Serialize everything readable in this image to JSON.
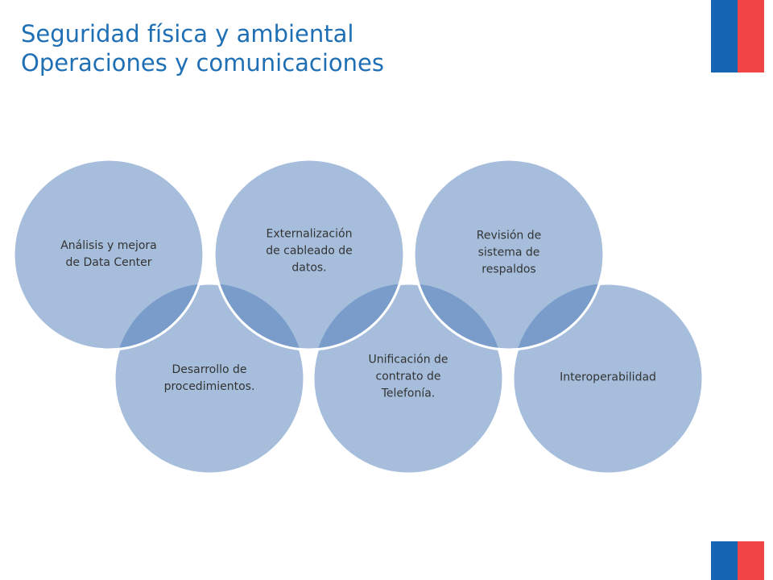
{
  "header": {
    "title_line1": "Seguridad física y ambiental",
    "title_line2": "Operaciones y comunicaciones"
  },
  "colors": {
    "title": "#1f6fb5",
    "circle_fill": "#a6bedc",
    "circle_overlap": "#7a9ccb",
    "circle_stroke": "#ffffff",
    "flag_blue": "#1565b4",
    "flag_red": "#ef4546"
  },
  "diagram": {
    "type": "overlapping-circles",
    "nodes": [
      {
        "id": "analisis",
        "label": "Análisis y mejora\nde Data Center"
      },
      {
        "id": "desarrollo",
        "label": "Desarrollo de\nprocedimientos."
      },
      {
        "id": "externalizacion",
        "label": "Externalización\nde cableado de\ndatos."
      },
      {
        "id": "unificacion",
        "label": "Unificación de\ncontrato de\nTelefonía."
      },
      {
        "id": "revision",
        "label": "Revisión de\nsistema de\nrespaldos"
      },
      {
        "id": "interoperabilidad",
        "label": "Interoperabilidad"
      }
    ]
  }
}
